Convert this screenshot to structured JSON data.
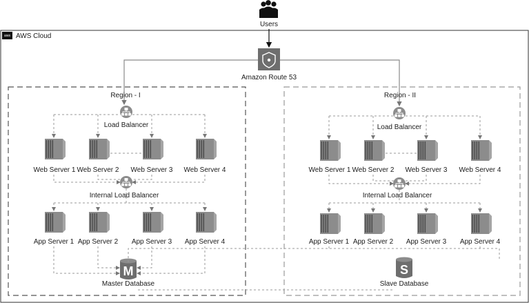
{
  "users": {
    "label": "Users"
  },
  "cloud": {
    "label": "AWS Cloud",
    "badge": "aws"
  },
  "route53": {
    "label": "Amazon Route 53"
  },
  "regions": [
    {
      "label": "Region - I",
      "load_balancer": "Load Balancer",
      "web_servers": [
        "Web Server 1",
        "Web Server 2",
        "Web Server 3",
        "Web Server 4"
      ],
      "internal_load_balancer": "Internal Load Balancer",
      "app_servers": [
        "App Server 1",
        "App Server 2",
        "App Server 3",
        "App Server 4"
      ],
      "database": {
        "label": "Master Database",
        "glyph": "M"
      }
    },
    {
      "label": "Region - II",
      "load_balancer": "Load Balancer",
      "web_servers": [
        "Web Server 1",
        "Web Server 2",
        "Web Server 3",
        "Web Server 4"
      ],
      "internal_load_balancer": "Internal Load Balancer",
      "app_servers": [
        "App Server 1",
        "App Server 2",
        "App Server 3",
        "App Server 4"
      ],
      "database": {
        "label": "Slave Database",
        "glyph": "S"
      }
    }
  ],
  "colors": {
    "server_dark": "#4d4d4d",
    "server_light": "#8c8c8c",
    "icon_gray": "#6e6e6e",
    "line": "#9a9a9a"
  }
}
